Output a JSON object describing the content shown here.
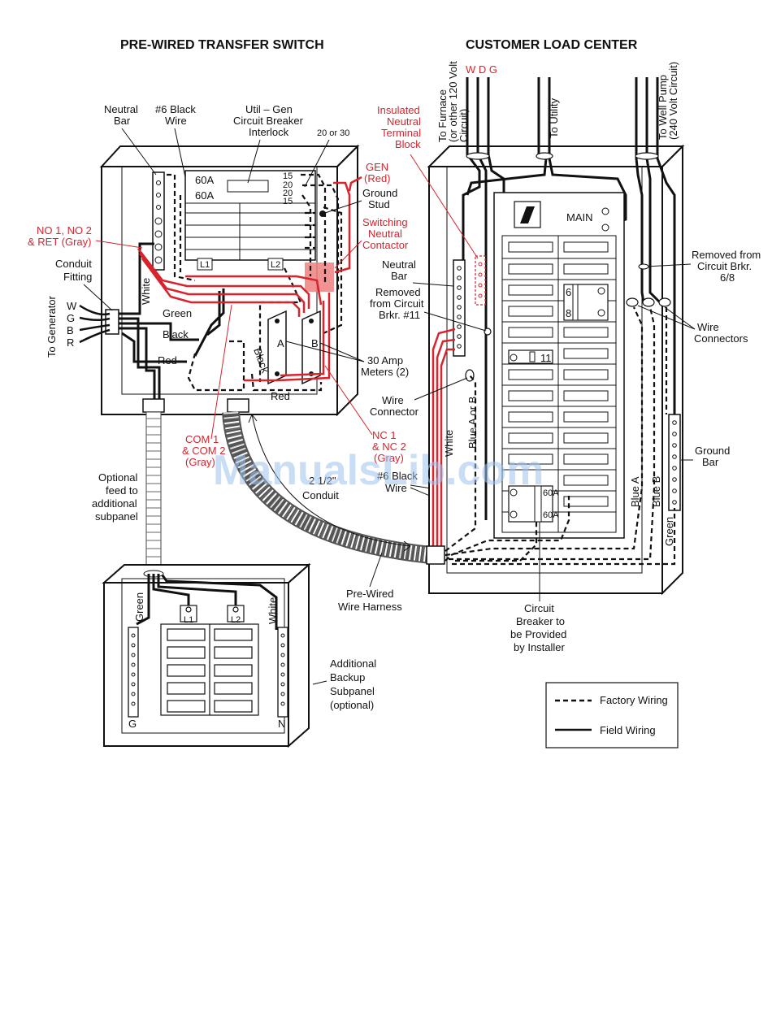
{
  "titles": {
    "left": "PRE-WIRED TRANSFER SWITCH",
    "right": "CUSTOMER LOAD CENTER"
  },
  "colors": {
    "field_wiring": "#111111",
    "factory_wiring": "#111111",
    "red_wiring": "#d9232d",
    "contactor_fill": "#f08080",
    "watermark": "#9ec3ee"
  },
  "labels": {
    "neutral_bar": [
      "Neutral",
      "Bar"
    ],
    "black_wire": [
      "#6 Black",
      "Wire"
    ],
    "interlock": [
      "Util – Gen",
      "Circuit Breaker",
      "Interlock"
    ],
    "twenty_or_30": "20 or 30",
    "gen_red": [
      "GEN",
      "(Red)"
    ],
    "ground_stud": [
      "Ground",
      "Stud"
    ],
    "switching_contactor": [
      "Switching",
      "Neutral",
      "Contactor"
    ],
    "no_ret": [
      "NO 1, NO 2",
      "& RET (Gray)"
    ],
    "conduit_fitting": [
      "Conduit",
      "Fitting"
    ],
    "to_generator": "To Generator",
    "gen_leads": [
      "W",
      "G",
      "B",
      "R"
    ],
    "white": "White",
    "green": "Green",
    "black": "Black",
    "red": "Red",
    "meter_a": "A",
    "meter_b": "B",
    "amp_meters": [
      "30 Amp",
      "Meters (2)"
    ],
    "bkr_60a_1": "60A",
    "bkr_60a_2": "60A",
    "bkr_15_1": "15",
    "bkr_20_1": "20",
    "bkr_20_2": "20",
    "bkr_15_2": "15",
    "l1": "L1",
    "l2": "L2",
    "com": [
      "COM 1",
      "& COM 2",
      "(Gray)"
    ],
    "nc": [
      "NC 1",
      "& NC 2",
      "(Gray)"
    ],
    "black_wire_6": [
      "#6 Black",
      "Wire"
    ],
    "conduit": [
      "2 1/2\"",
      "Conduit"
    ],
    "optional_feed": [
      "Optional",
      "feed to",
      "additional",
      "subpanel"
    ],
    "harness": [
      "Pre-Wired",
      "Wire Harness"
    ],
    "to_furnace": [
      "To Furnace",
      "(or other 120 Volt",
      "Circuit)"
    ],
    "wdg": "W D G",
    "to_utility": "To Utility",
    "to_well_pump": [
      "To Well Pump",
      "(240 Volt Circuit)"
    ],
    "insulated_block": [
      "Insulated",
      "Neutral",
      "Terminal",
      "Block"
    ],
    "main": "MAIN",
    "neutral_bar_2": [
      "Neutral",
      "Bar"
    ],
    "removed_11": [
      "Removed",
      "from Circuit",
      "Brkr. #11"
    ],
    "removed_68": [
      "Removed from",
      "Circuit Brkr.",
      "6/8"
    ],
    "wire_connectors": [
      "Wire",
      "Connectors"
    ],
    "wire_connector": [
      "Wire",
      "Connector"
    ],
    "bkr_6": "6",
    "bkr_8": "8",
    "bkr_11": "11",
    "bkr_60a_3": "60A",
    "bkr_60a_4": "60A",
    "blue_a_or_b": "Blue A or B",
    "blue_a": "Blue A",
    "blue_b": "Blue B",
    "ground_bar": [
      "Ground",
      "Bar"
    ],
    "circuit_breaker": [
      "Circuit",
      "Breaker to",
      "be Provided",
      "by Installer"
    ],
    "backup_subpanel": [
      "Additional",
      "Backup",
      "Subpanel",
      "(optional)"
    ],
    "sub_g": "G",
    "sub_n": "N",
    "sub_l1": "L1",
    "sub_l2": "L2"
  },
  "legend": {
    "factory": "Factory Wiring",
    "field": "Field Wiring"
  },
  "watermark": "ManualsLib.com"
}
